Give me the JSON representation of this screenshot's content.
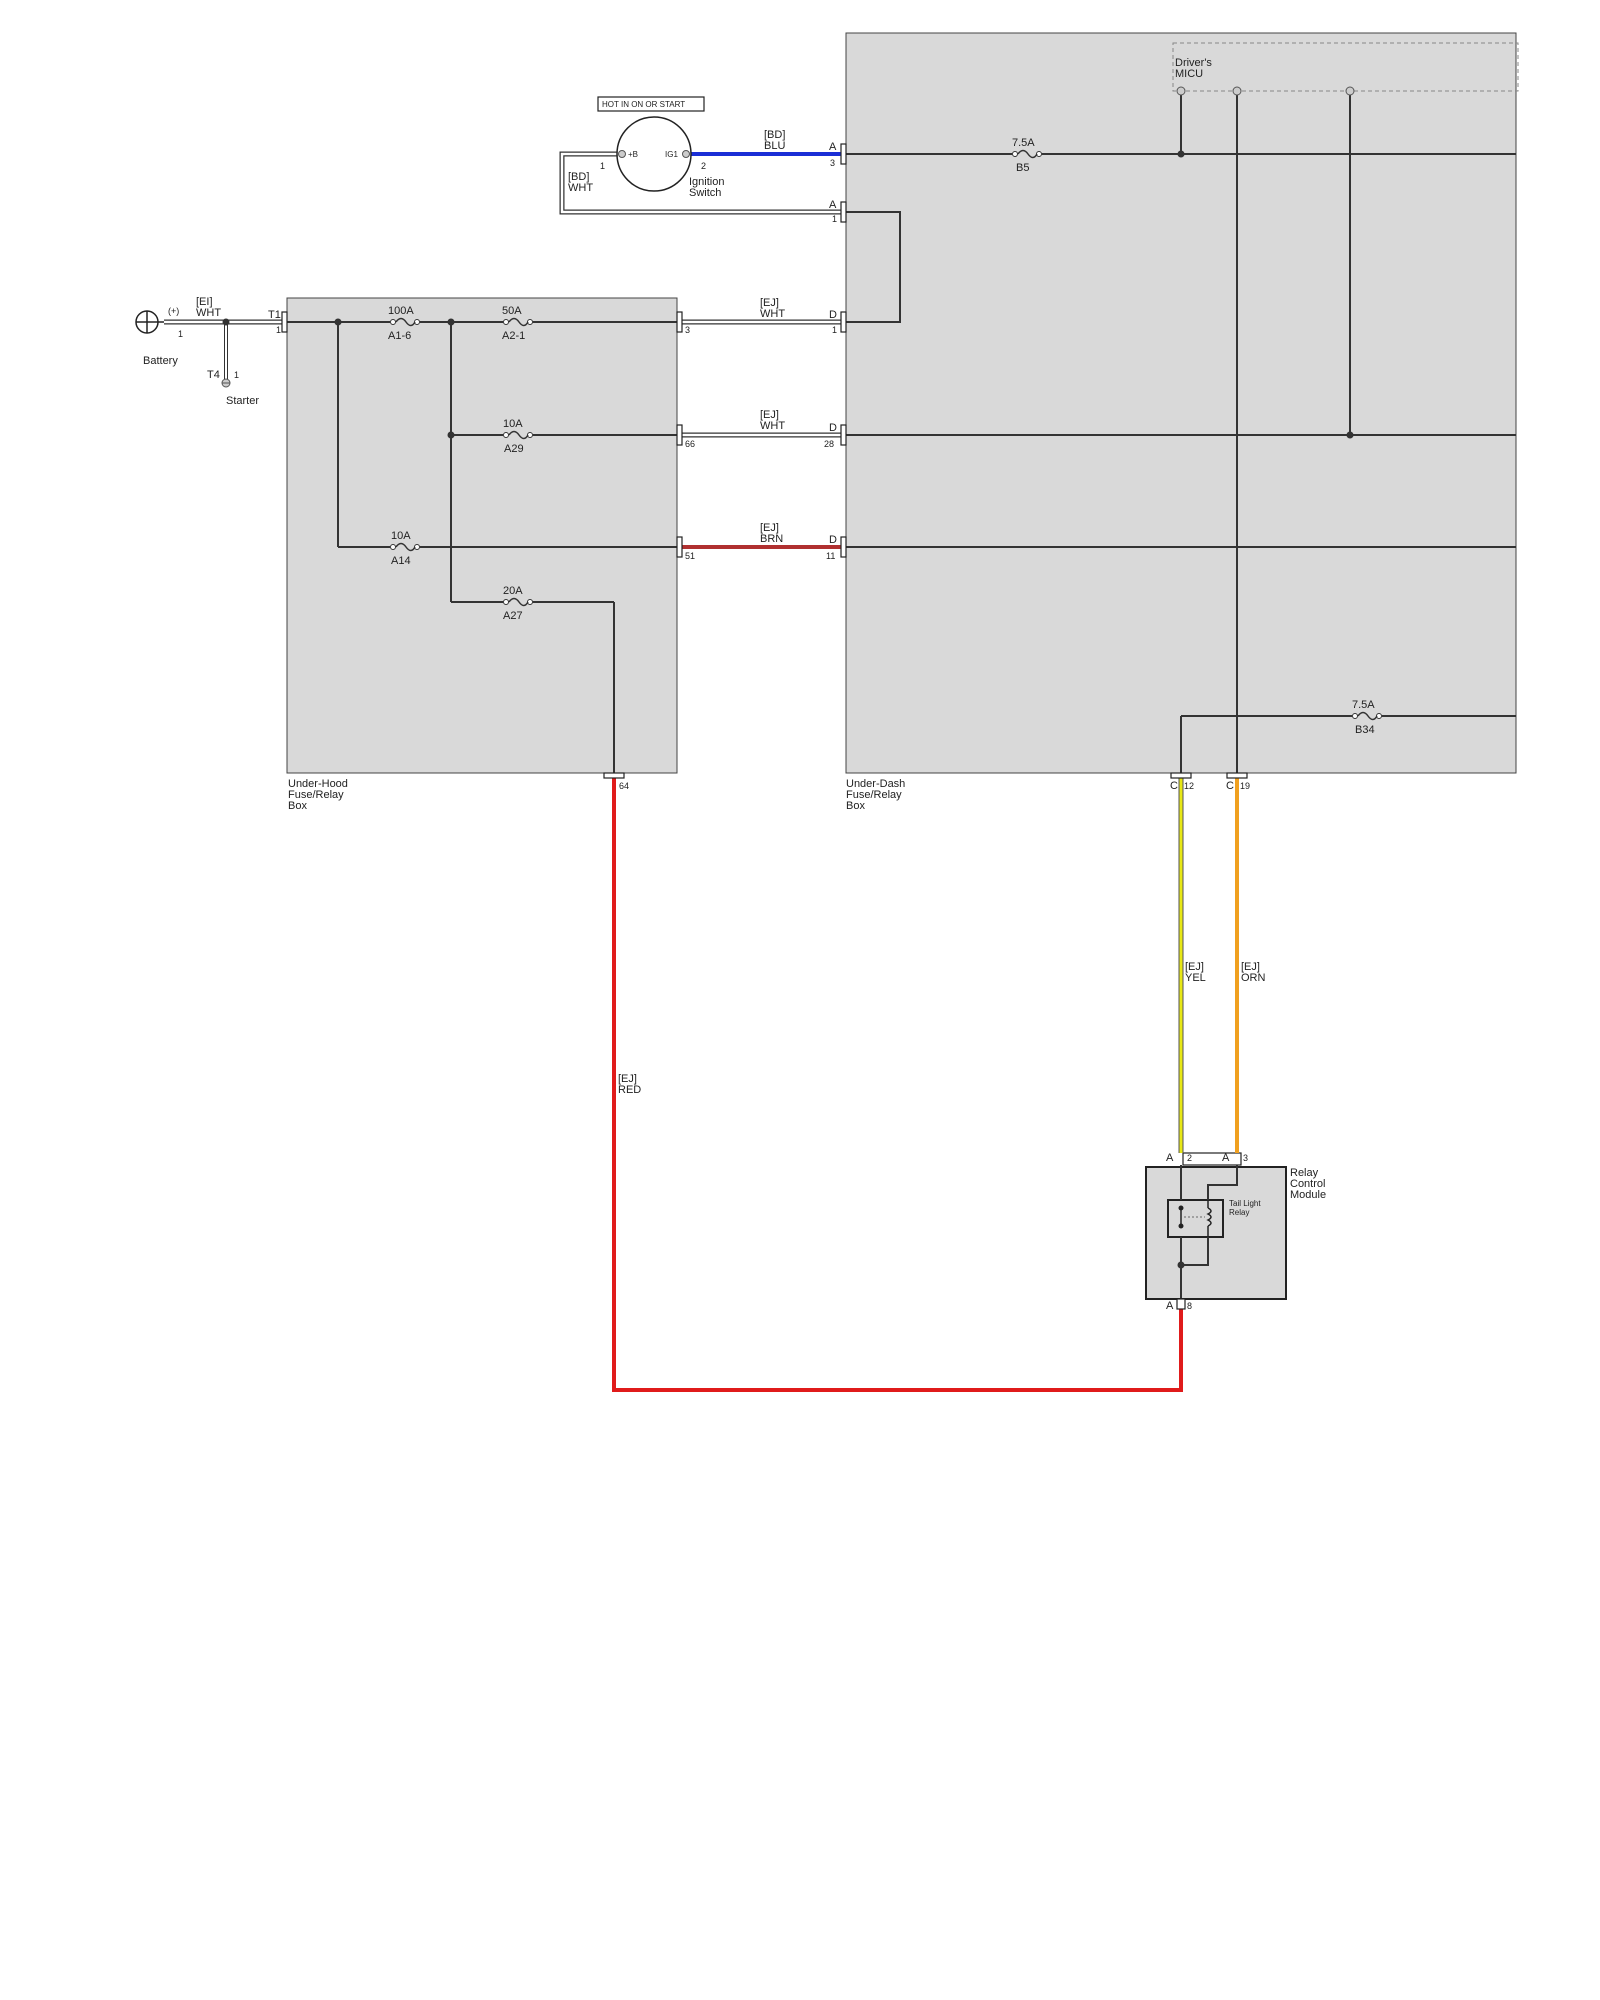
{
  "colors": {
    "box_fill": "#d9d9d9",
    "wire_black": "#333333",
    "wire_blue": "#1a2ed6",
    "wire_red": "#e01b1b",
    "wire_brown": "#b03030",
    "wire_yellow": "#e8e815",
    "wire_orange": "#f0a020",
    "wire_white": "#ffffff"
  },
  "components": {
    "battery": {
      "name": "Battery",
      "terminal": "(+)",
      "pin": "1",
      "icon": "battery-icon"
    },
    "starter": {
      "name": "Starter",
      "connector": "T4",
      "pin": "1",
      "icon": "ground-icon"
    },
    "ignition_switch": {
      "name_line1": "Ignition",
      "name_line2": "Switch",
      "condition": "HOT IN ON OR START",
      "term_b": "+B",
      "term_ig1": "IG1",
      "pin_b": "1",
      "pin_ig1": "2",
      "icon": "ignition-switch-icon"
    },
    "under_hood_box": {
      "line1": "Under-Hood",
      "line2": "Fuse/Relay",
      "line3": "Box",
      "input_connector": "T1",
      "input_pin": "1",
      "pins": {
        "p3": "3",
        "p66": "66",
        "p51": "51",
        "p64": "64"
      },
      "fuses": [
        {
          "rating": "100A",
          "id": "A1-6"
        },
        {
          "rating": "50A",
          "id": "A2-1"
        },
        {
          "rating": "10A",
          "id": "A29"
        },
        {
          "rating": "10A",
          "id": "A14"
        },
        {
          "rating": "20A",
          "id": "A27"
        }
      ]
    },
    "under_dash_box": {
      "line1": "Under-Dash",
      "line2": "Fuse/Relay",
      "line3": "Box",
      "micu_line1": "Driver's",
      "micu_line2": "MICU",
      "fuses": [
        {
          "rating": "7.5A",
          "id": "B5"
        },
        {
          "rating": "7.5A",
          "id": "B34"
        }
      ],
      "connectors": {
        "a3": {
          "conn": "A",
          "pin": "3"
        },
        "a1": {
          "conn": "A",
          "pin": "1"
        },
        "d1": {
          "conn": "D",
          "pin": "1"
        },
        "d28": {
          "conn": "D",
          "pin": "28"
        },
        "d11": {
          "conn": "D",
          "pin": "11"
        },
        "c12": {
          "conn": "C",
          "pin": "12"
        },
        "c19": {
          "conn": "C",
          "pin": "19"
        }
      }
    },
    "relay_module": {
      "line1": "Relay",
      "line2": "Control",
      "line3": "Module",
      "relay_line1": "Tail Light",
      "relay_line2": "Relay",
      "pins": {
        "a2": {
          "conn": "A",
          "pin": "2"
        },
        "a3": {
          "conn": "A",
          "pin": "3"
        },
        "a8": {
          "conn": "A",
          "pin": "8"
        }
      }
    }
  },
  "wires": {
    "battery_to_box": {
      "harness": "[EI]",
      "color": "WHT"
    },
    "ignition_feed": {
      "harness": "[BD]",
      "color": "WHT"
    },
    "ignition_out": {
      "harness": "[BD]",
      "color": "BLU"
    },
    "box_to_d1": {
      "harness": "[EJ]",
      "color": "WHT"
    },
    "box_to_d28": {
      "harness": "[EJ]",
      "color": "WHT"
    },
    "box_to_d11": {
      "harness": "[EJ]",
      "color": "BRN"
    },
    "c12_to_module": {
      "harness": "[EJ]",
      "color": "YEL"
    },
    "c19_to_module": {
      "harness": "[EJ]",
      "color": "ORN"
    },
    "box64_to_module": {
      "harness": "[EJ]",
      "color": "RED"
    }
  }
}
